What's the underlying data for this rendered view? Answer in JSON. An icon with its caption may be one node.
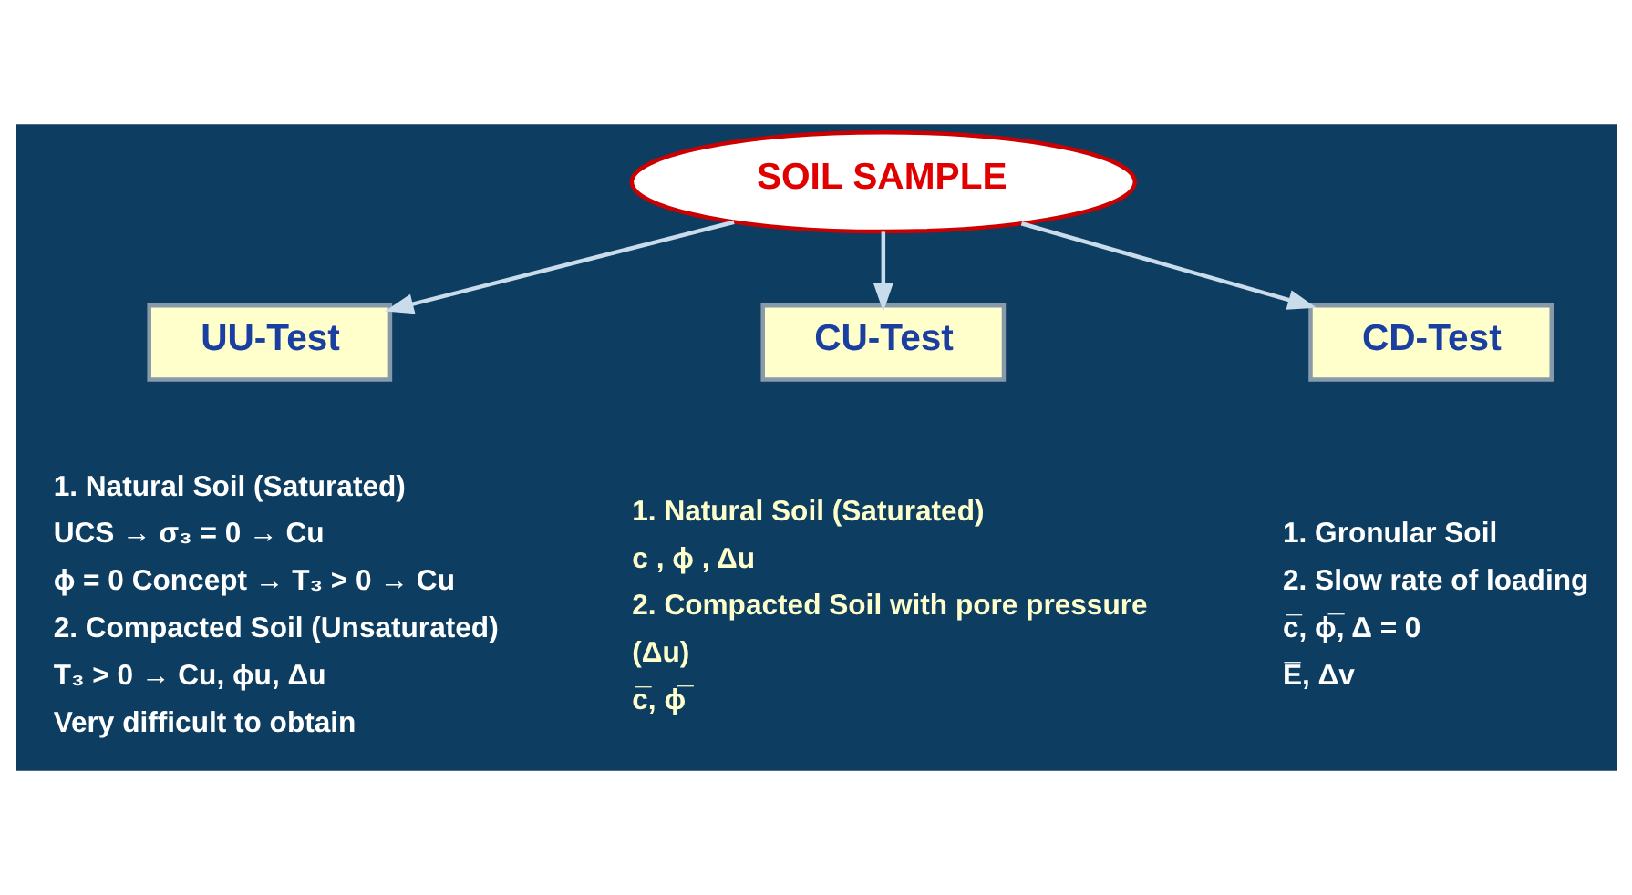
{
  "diagram": {
    "nodes": [
      {
        "text": [
          "SOIL SAMPLE"
        ]
      },
      {
        "text": [
          "UU-Test"
        ],
        "beside": [
          "1. Natural Soil (Saturated)",
          "UCS → σ₃ = 0 → Cu",
          "ϕ = 0 Concept → T₃ > 0 → Cu",
          "2. Compacted Soil (Unsaturated)",
          "T₃ > 0 → Cu, ϕu, Δu",
          "Very difficult to obtain"
        ]
      },
      {
        "text": [
          "CU-Test"
        ],
        "beside": [
          "1. Natural Soil (Saturated)",
          "c , ϕ , Δu",
          "2. Compacted Soil with pore pressure",
          "(Δu)",
          "c̅, ϕ̅"
        ]
      },
      {
        "text": [
          "CD-Test"
        ],
        "beside": [
          "1. Gronular Soil",
          "2. Slow rate of loading",
          "c̅, ϕ̅, Δ = 0",
          "E̅, Δv"
        ]
      }
    ],
    "edges": [
      {
        "from": 0,
        "to": 1,
        "arrow": "to"
      },
      {
        "from": 0,
        "to": 2,
        "arrow": "to"
      },
      {
        "from": 0,
        "to": 3,
        "arrow": "to"
      }
    ]
  }
}
